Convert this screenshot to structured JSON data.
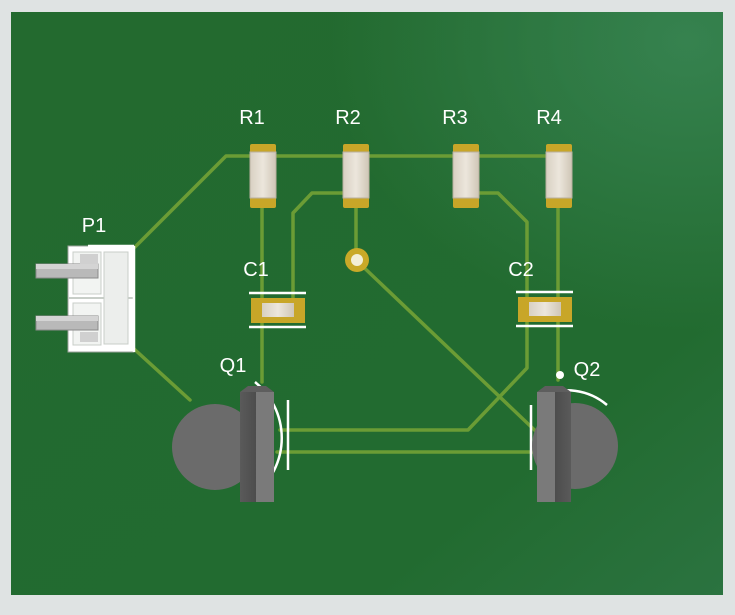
{
  "board": {
    "colors": {
      "background": "#dfe3e3",
      "substrate": "#216b2e",
      "trace": "#6e9e34",
      "pad": "#c9a928",
      "silkscreen": "#ffffff",
      "smd_body": "#e4ddd2",
      "transistor_body": "#6a6a6a"
    }
  },
  "components": {
    "R1": "R1",
    "R2": "R2",
    "R3": "R3",
    "R4": "R4",
    "C1": "C1",
    "C2": "C2",
    "P1": "P1",
    "Q1": "Q1",
    "Q2": "Q2"
  }
}
